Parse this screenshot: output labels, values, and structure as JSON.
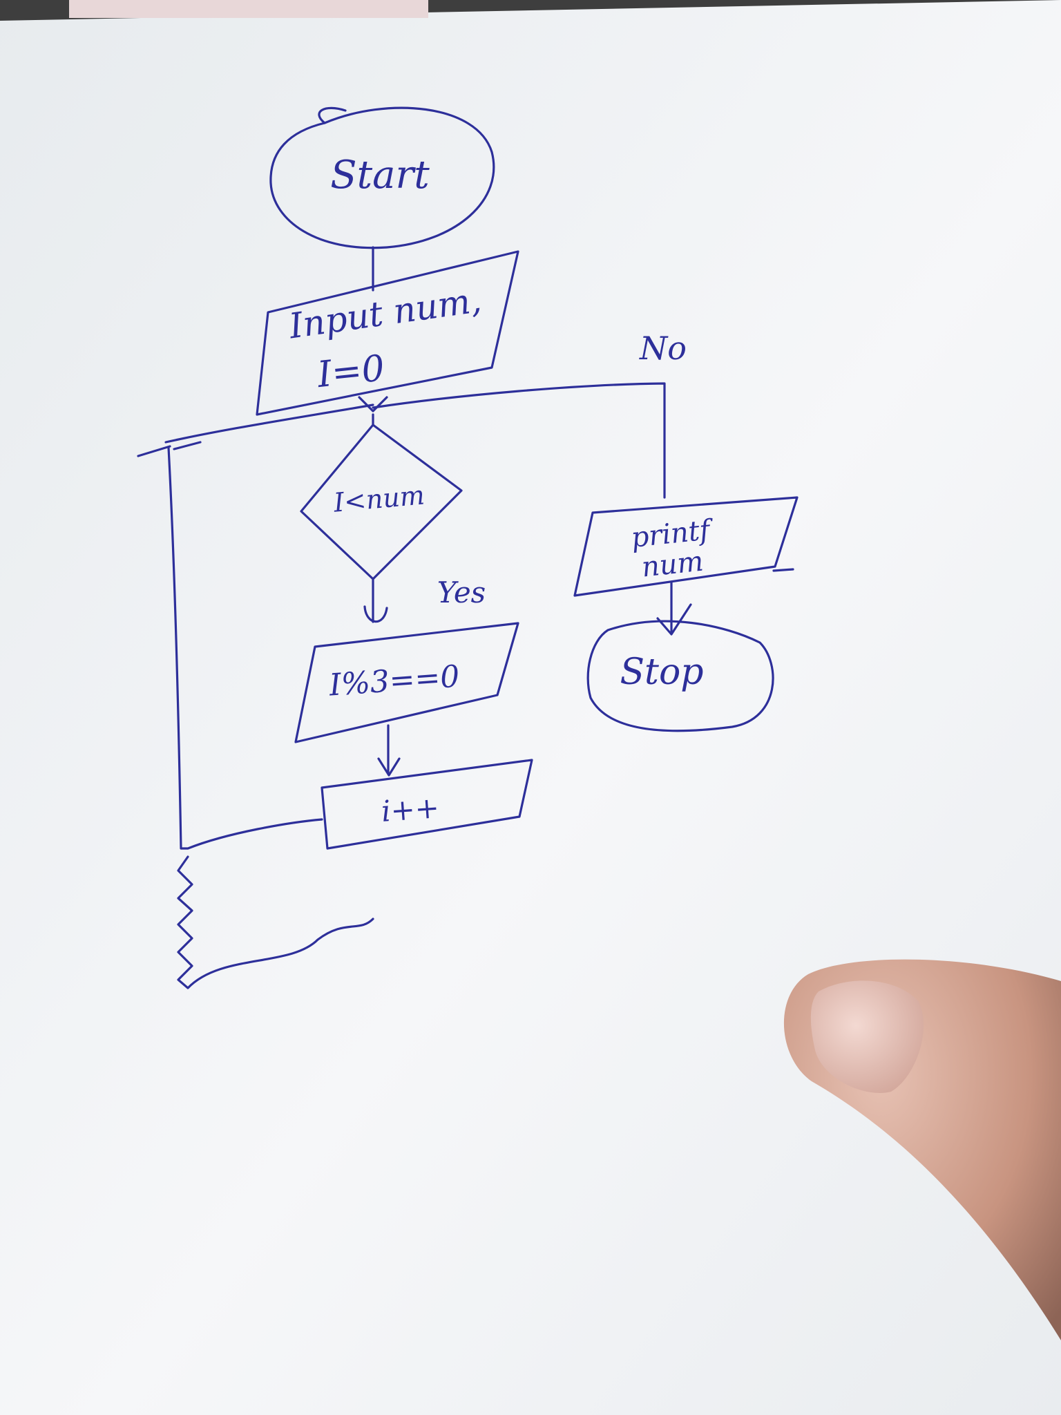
{
  "flowchart": {
    "start": "Start",
    "input_line1": "Input num,",
    "input_line2": "I=0",
    "condition": "I<num",
    "yes_label": "Yes",
    "no_label": "No",
    "check": "I%3==0",
    "increment": "i++",
    "print_line1": "printf",
    "print_line2": "num",
    "stop": "Stop"
  },
  "colors": {
    "ink": "#2d2f9a",
    "paper": "#f3f5f6"
  }
}
